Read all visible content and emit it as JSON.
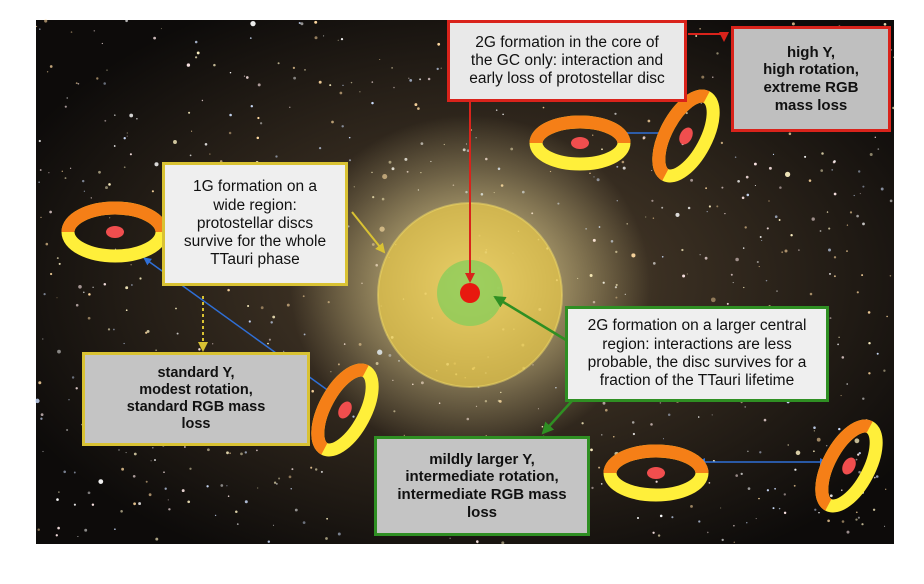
{
  "notes": {
    "core": "2G formation in the core of\nthe GC only: interaction and\nearly loss of protostellar disc",
    "wide": "1G formation on a\nwide region:\nprotostellar discs\nsurvive for the whole\nTTauri phase",
    "central": "2G formation interactions on a larger central\nregion: interactions are less\nprobable, the disc survives for a\nfraction of the TTauri lifetime"
  },
  "outcomes": {
    "core": "high Y,\nhigh rotation,\nextreme RGB\nmass loss",
    "wide": "standard Y,\nmodest rotation,\nstandard RGB mass\nloss",
    "central": "mildly larger Y,\nintermediate rotation,\nintermediate RGB mass\nloss"
  },
  "colors": {
    "core": "#d9231b",
    "wide": "#d9c233",
    "central": "#2f8f23",
    "link": "#2f6fd6",
    "disc_outer": "#ffef3a",
    "disc_inner": "#f57f17",
    "star": "#f04e4e"
  }
}
